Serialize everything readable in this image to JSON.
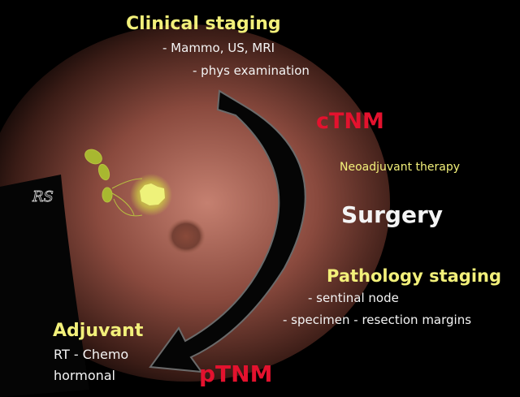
{
  "clinical": {
    "title": "Clinical staging",
    "line1": "- Mammo, US, MRI",
    "line2": "- phys examination"
  },
  "ctnm": "cTNM",
  "neoadjuvant": "Neoadjuvant therapy",
  "surgery": "Surgery",
  "pathology": {
    "title": "Pathology staging",
    "line1": "- sentinal node",
    "line2": "- specimen - resection margins"
  },
  "adjuvant": {
    "title": "Adjuvant",
    "line1": "RT - Chemo",
    "line2": "hormonal"
  },
  "ptnm": "pTNM",
  "signature": "RS",
  "colors": {
    "heading": "#f2f07a",
    "tnm": "#e3122e",
    "text": "#f4f4f4"
  }
}
